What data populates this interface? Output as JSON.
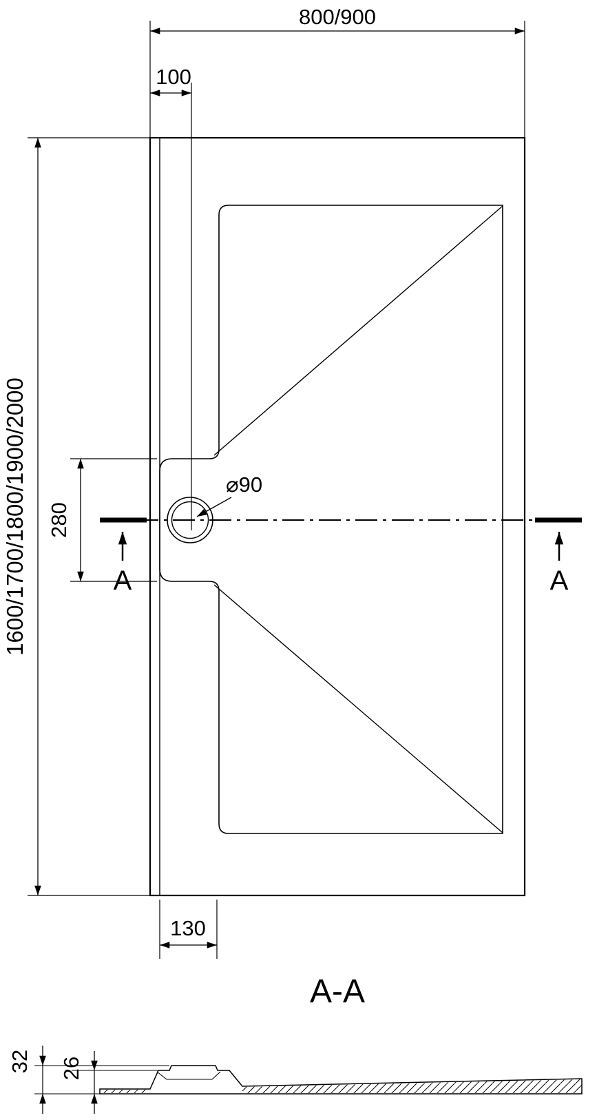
{
  "colors": {
    "line": "#000000",
    "background": "#ffffff"
  },
  "plan": {
    "dim_width": "800/900",
    "dim_length": "1600/1700/1800/1900/2000",
    "dim_drain_offset": "100",
    "dim_drain_zone_length": "280",
    "dim_drain_zone_width": "130",
    "drain_diameter": "⌀90",
    "section_marker_left": "A",
    "section_marker_right": "A"
  },
  "section": {
    "title": "A-A",
    "dim_total_thickness": "32",
    "dim_base_thickness": "26"
  }
}
